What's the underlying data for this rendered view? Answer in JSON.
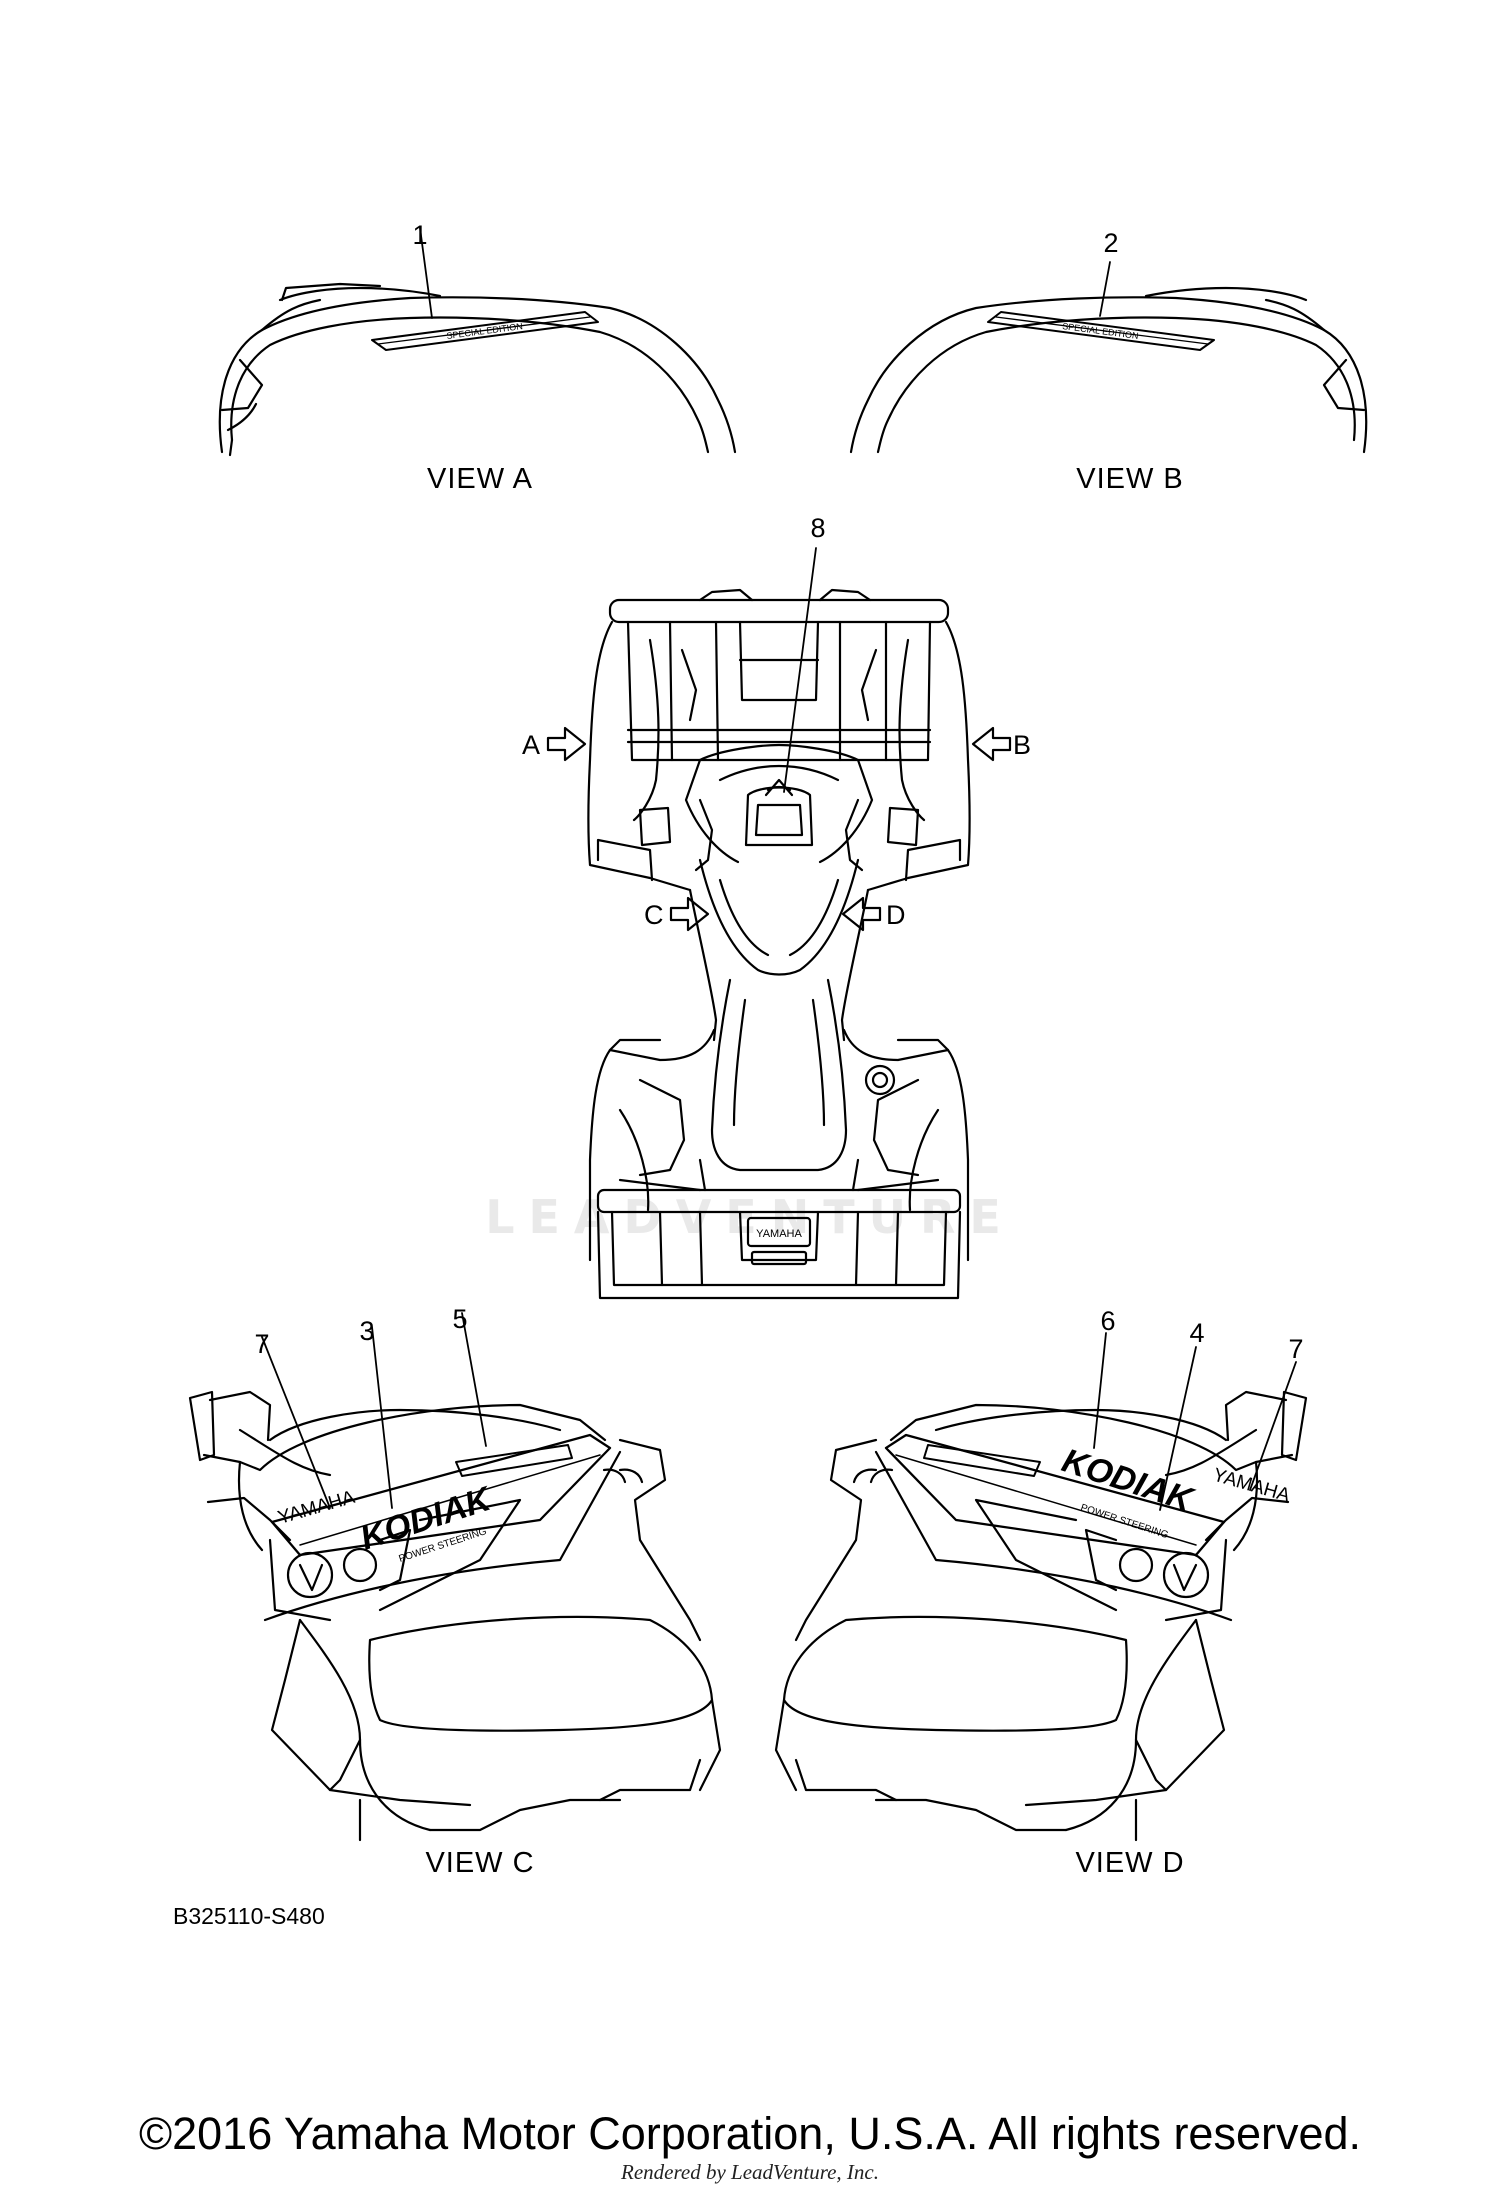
{
  "callouts": [
    "1",
    "2",
    "3",
    "4",
    "5",
    "6",
    "7",
    "7",
    "8"
  ],
  "views": {
    "a": "VIEW A",
    "b": "VIEW B",
    "c": "VIEW C",
    "d": "VIEW D"
  },
  "direction_markers": {
    "a": "A",
    "b": "B",
    "c": "C",
    "d": "D"
  },
  "decal_text": {
    "special_edition": "SPECIAL EDITION",
    "yamaha": "YAMAHA",
    "kodiak": "KODIAK",
    "power_steering": "POWER STEERING"
  },
  "watermark": "LEADVENTURE",
  "diagram_code": "B325110-S480",
  "copyright": "©2016 Yamaha Motor Corporation, U.S.A. All rights reserved.",
  "rendered_by": "Rendered by LeadVenture, Inc.",
  "colors": {
    "line": "#000000",
    "background": "#ffffff"
  }
}
